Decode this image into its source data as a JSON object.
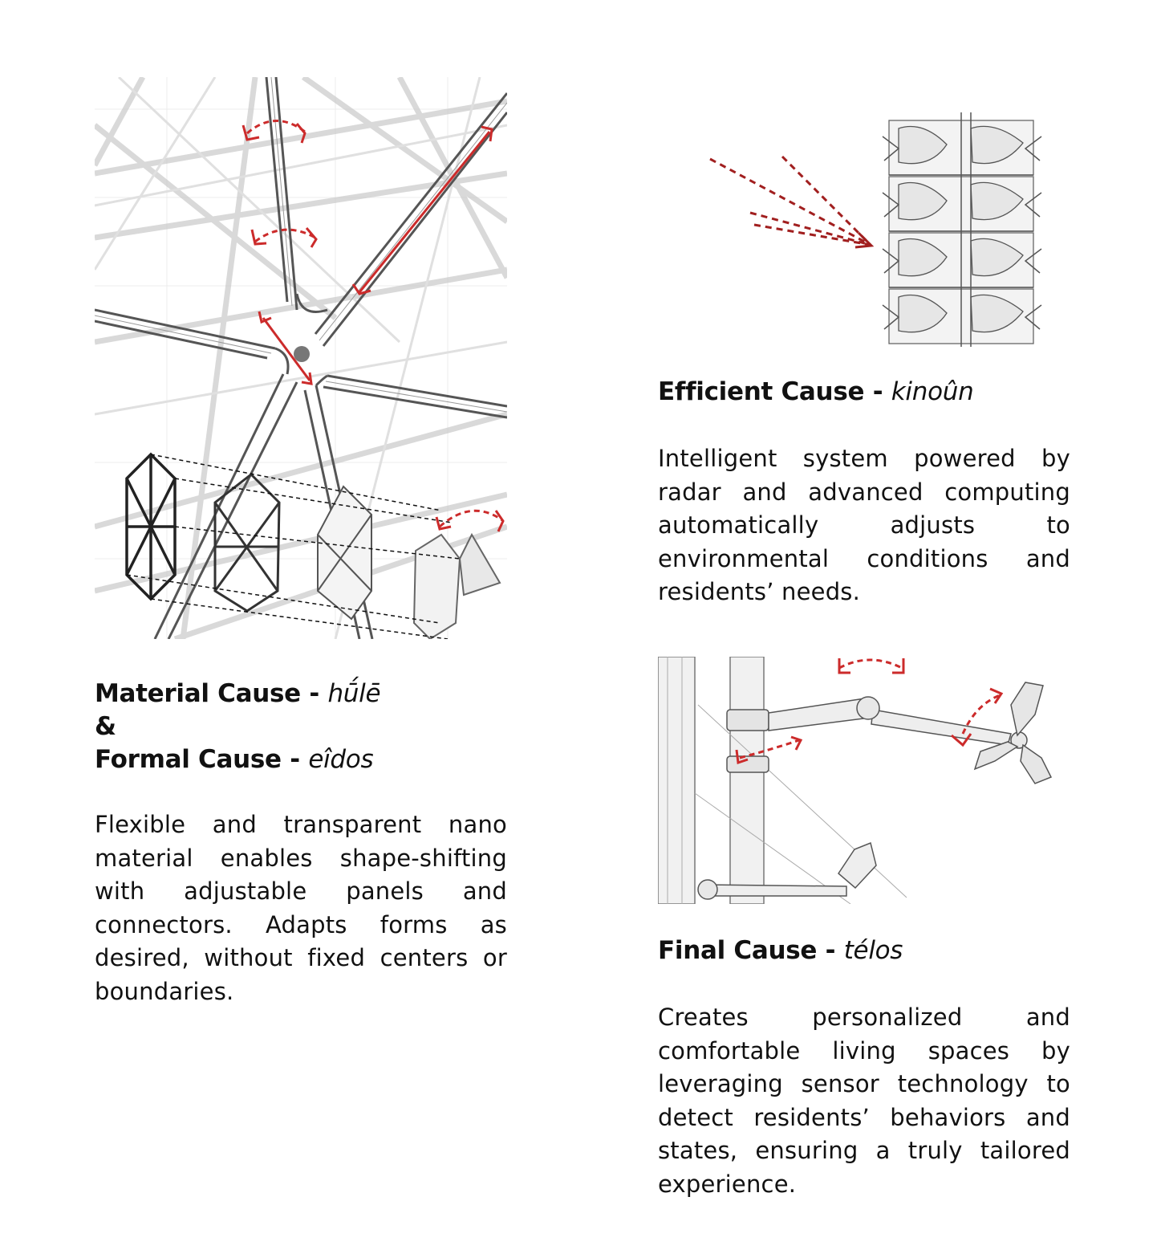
{
  "accent_color": "#cc2b2b",
  "line_color": "#6b6b6b",
  "material_formal": {
    "material_label": "Material Cause - ",
    "material_greek": "hū́lē",
    "ampersand": "&",
    "formal_label": "Formal Cause - ",
    "formal_greek": "eîdos",
    "description": "Flexible and transparent nano material enables shape-shifting with adjustable panels and connectors. Adapts forms as desired, without fixed centers or boundaries."
  },
  "efficient": {
    "label": "Efficient Cause - ",
    "greek": "kinoûn",
    "description": "Intelligent system powered by radar and advanced computing automatically adjusts to environmental conditions and residents’ needs."
  },
  "final": {
    "label": "Final Cause - ",
    "greek": "télos",
    "description": "Creates personalized and comfortable living spaces by leveraging sensor technology to detect residents’ behaviors and states, ensuring a truly tailored experience."
  },
  "illustrations": {
    "structure": "node-joint-structure-illustration",
    "facade": "facade-panel-stack-illustration",
    "arm": "articulated-arm-illustration"
  }
}
